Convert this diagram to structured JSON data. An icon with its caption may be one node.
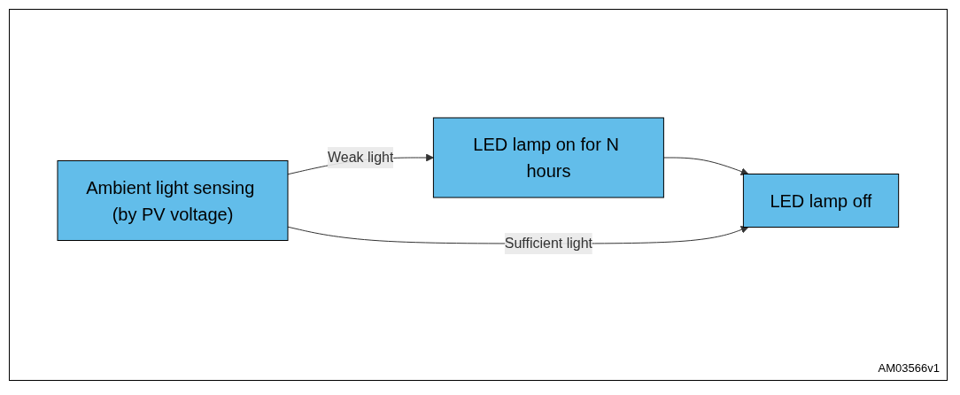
{
  "diagram": {
    "nodes": [
      {
        "text": [
          "Ambient light sensing (by PV voltage)"
        ]
      },
      {
        "text": [
          "LED lamp on for N hours"
        ]
      },
      {
        "text": [
          "LED lamp off"
        ]
      }
    ],
    "edges": [
      {
        "from": 0,
        "to": 1,
        "arrow": "to",
        "label": "Weak light"
      },
      {
        "from": 1,
        "to": 2,
        "arrow": "to"
      },
      {
        "from": 0,
        "to": 2,
        "arrow": "to",
        "label": "Sufficient light"
      }
    ],
    "labels": [
      "AM03566v1"
    ]
  }
}
